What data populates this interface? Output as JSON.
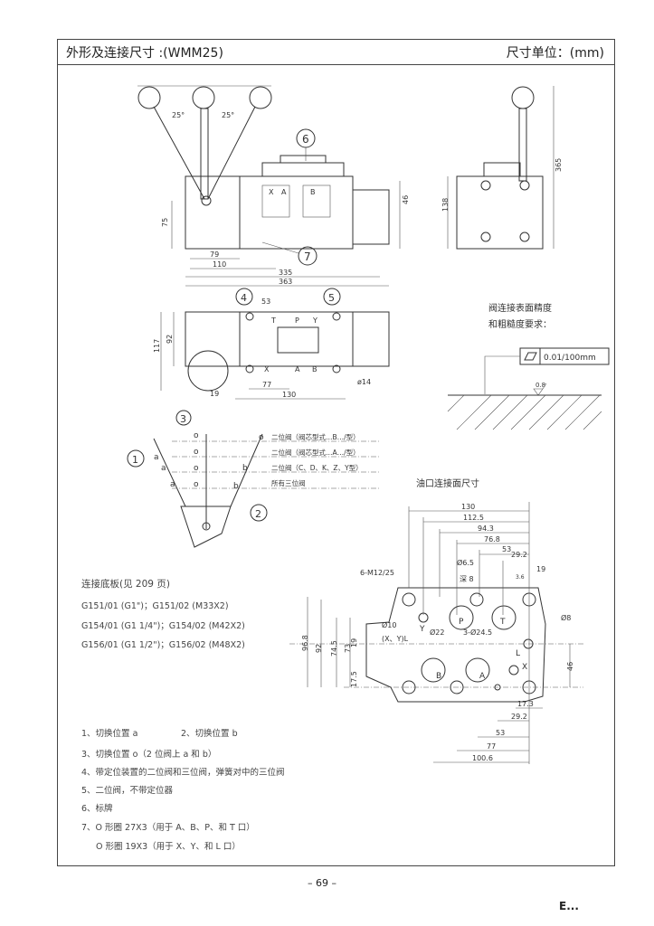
{
  "header": {
    "title": "外形及连接尺寸 :(WMM25)",
    "unit": "尺寸单位：(mm)"
  },
  "front_view": {
    "angles": [
      "25°",
      "25°"
    ],
    "callouts": [
      "6",
      "7"
    ],
    "port_letters": [
      "X",
      "A",
      "B"
    ],
    "dims": [
      "79",
      "110",
      "335",
      "363",
      "75",
      "46"
    ]
  },
  "side_view": {
    "dims": [
      "365",
      "138"
    ]
  },
  "top_view": {
    "callouts": [
      "4",
      "5"
    ],
    "port_letters": [
      "T",
      "P",
      "Y",
      "X",
      "A",
      "B"
    ],
    "dims": [
      "53",
      "117",
      "92",
      "77",
      "130",
      "19",
      "ø14"
    ]
  },
  "surface_req": {
    "title_line1": "阀连接表面精度",
    "title_line2": "和粗糙度要求：",
    "flatness": "0.01/100mm",
    "roughness": "0.8"
  },
  "positions_diagram": {
    "callouts": [
      "3",
      "1",
      "2"
    ],
    "letters": [
      "o",
      "o",
      "a",
      "o",
      "a",
      "b",
      "o",
      "a",
      "o",
      "b"
    ],
    "lines": [
      "二位阀（阀芯型式…B…/型）",
      "二位阀（阀芯型式…A…/型）",
      "二位阀（C、D、K、Z、Y型）",
      "所有三位阀"
    ]
  },
  "port_face": {
    "title": "油口连接面尺寸",
    "dims_top": [
      "130",
      "112.5",
      "94.3",
      "76.8",
      "53",
      "29.2",
      "19",
      "3.6"
    ],
    "dims_left": [
      "96.8",
      "92",
      "74.5",
      "73",
      "19",
      "17.5"
    ],
    "dims_right": [
      "46"
    ],
    "dims_bottom": [
      "17.3",
      "29.2",
      "53",
      "77",
      "100.6"
    ],
    "notes": [
      "6-M12/25",
      "Ø6.5",
      "深 8",
      "Ø10",
      "(X、Y)L",
      "Ø22",
      "3-Ø24.5",
      "Ø8"
    ],
    "port_letters": [
      "P",
      "T",
      "Y",
      "L",
      "X",
      "B",
      "A"
    ]
  },
  "base_plate": {
    "title": "连接底板(见 209 页)",
    "rows": [
      "G151/01 (G1\")；G151/02 (M33X2)",
      "G154/01 (G1 1/4\")；G154/02 (M42X2)",
      "G156/01 (G1 1/2\")；G156/02 (M48X2)"
    ]
  },
  "legend": {
    "items": [
      "1、切换位置 a",
      "2、切换位置 b",
      "3、切换位置 o（2 位阀上 a 和 b）",
      "4、带定位装置的二位阀和三位阀，弹簧对中的三位阀",
      "5、二位阀，不带定位器",
      "6、标牌",
      "7、O 形圈 27X3（用于 A、B、P、和 T 口）",
      "O 形圈 19X3（用于 X、Y、和 L 口）"
    ]
  },
  "page_number": "– 69 –",
  "footer_mark": "E..."
}
